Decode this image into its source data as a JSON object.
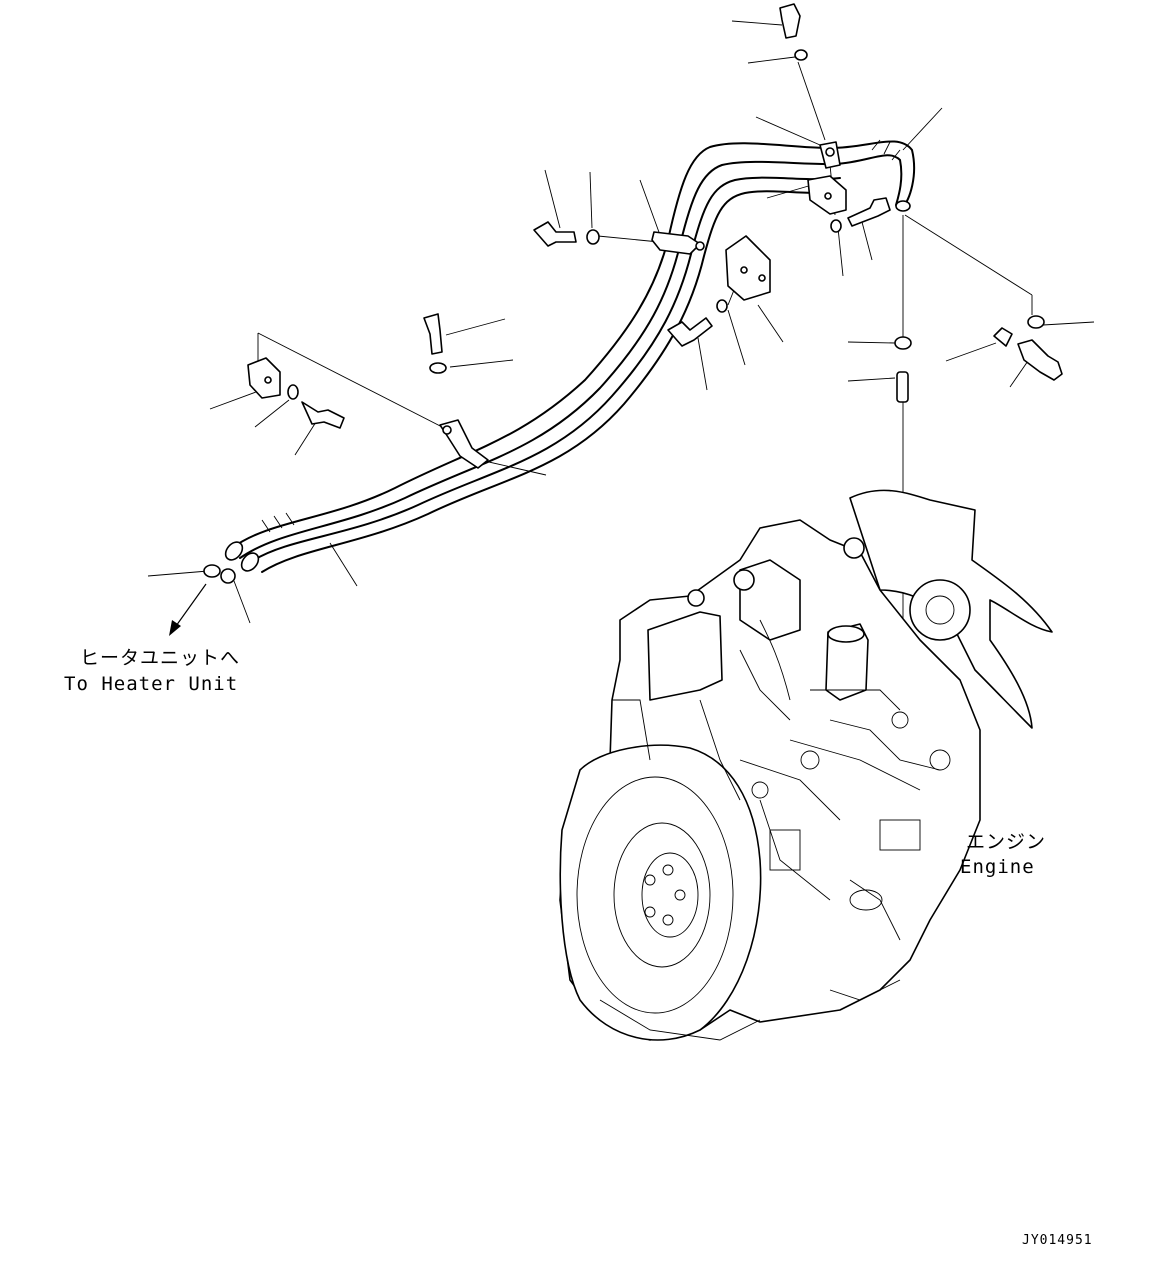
{
  "labels": {
    "heater_unit_ja": "ヒータユニットへ",
    "heater_unit_en": "To Heater Unit",
    "engine_ja": "エンジン",
    "engine_en": "Engine"
  },
  "drawing_code": "JY014951"
}
